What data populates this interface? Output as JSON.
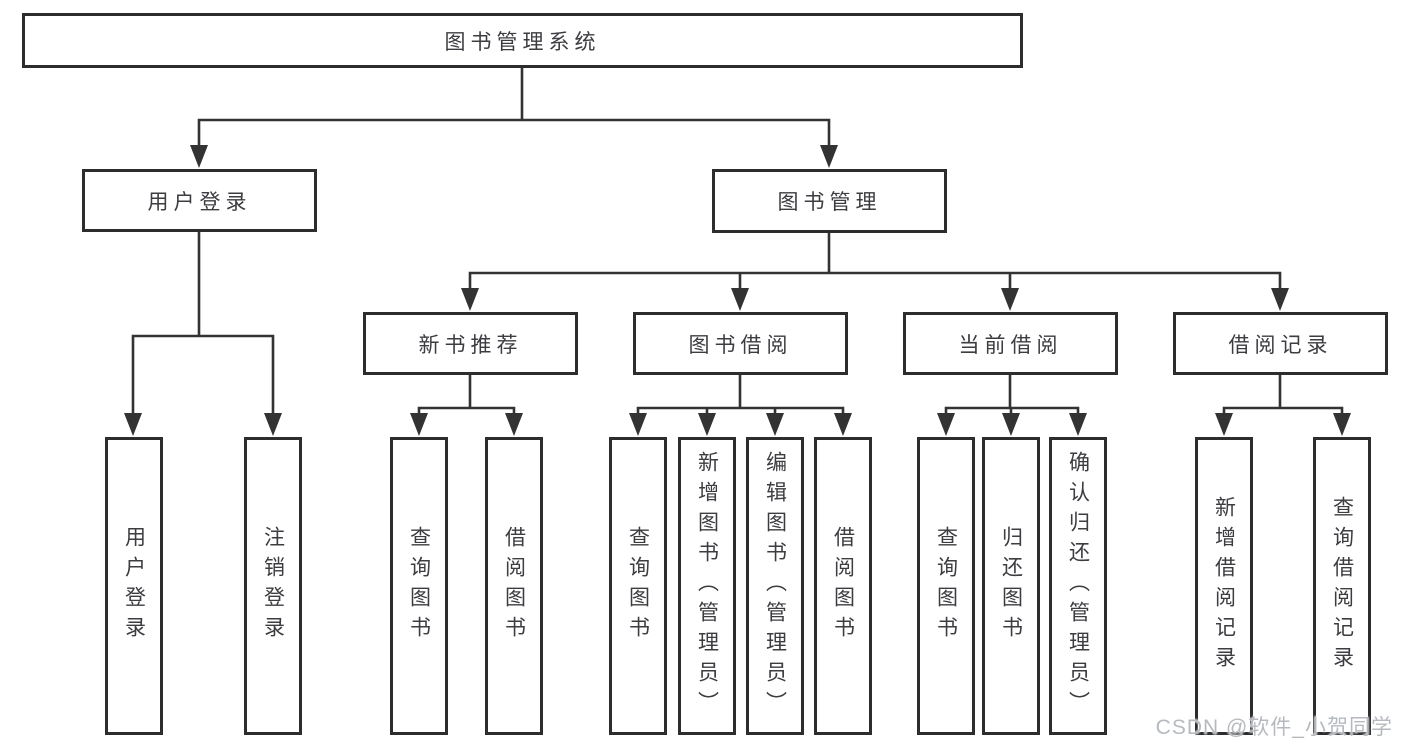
{
  "tree": {
    "label": "图书管理系统",
    "children": [
      {
        "label": "用户登录",
        "children": [
          {
            "label": "用户登录"
          },
          {
            "label": "注销登录"
          }
        ]
      },
      {
        "label": "图书管理",
        "children": [
          {
            "label": "新书推荐",
            "children": [
              {
                "label": "查询图书"
              },
              {
                "label": "借阅图书"
              }
            ]
          },
          {
            "label": "图书借阅",
            "children": [
              {
                "label": "查询图书"
              },
              {
                "label": "新增图书（管理员）"
              },
              {
                "label": "编辑图书（管理员）"
              },
              {
                "label": "借阅图书"
              }
            ]
          },
          {
            "label": "当前借阅",
            "children": [
              {
                "label": "查询图书"
              },
              {
                "label": "归还图书"
              },
              {
                "label": "确认归还（管理员）"
              }
            ]
          },
          {
            "label": "借阅记录",
            "children": [
              {
                "label": "新增借阅记录"
              },
              {
                "label": "查询借阅记录"
              }
            ]
          }
        ]
      }
    ]
  },
  "watermark": "CSDN @软件_小贺同学",
  "colors": {
    "line": "#333333",
    "border": "#2d2d2d",
    "text": "#3c3c41",
    "background": "#ffffff",
    "watermark": "#b6bac0"
  }
}
